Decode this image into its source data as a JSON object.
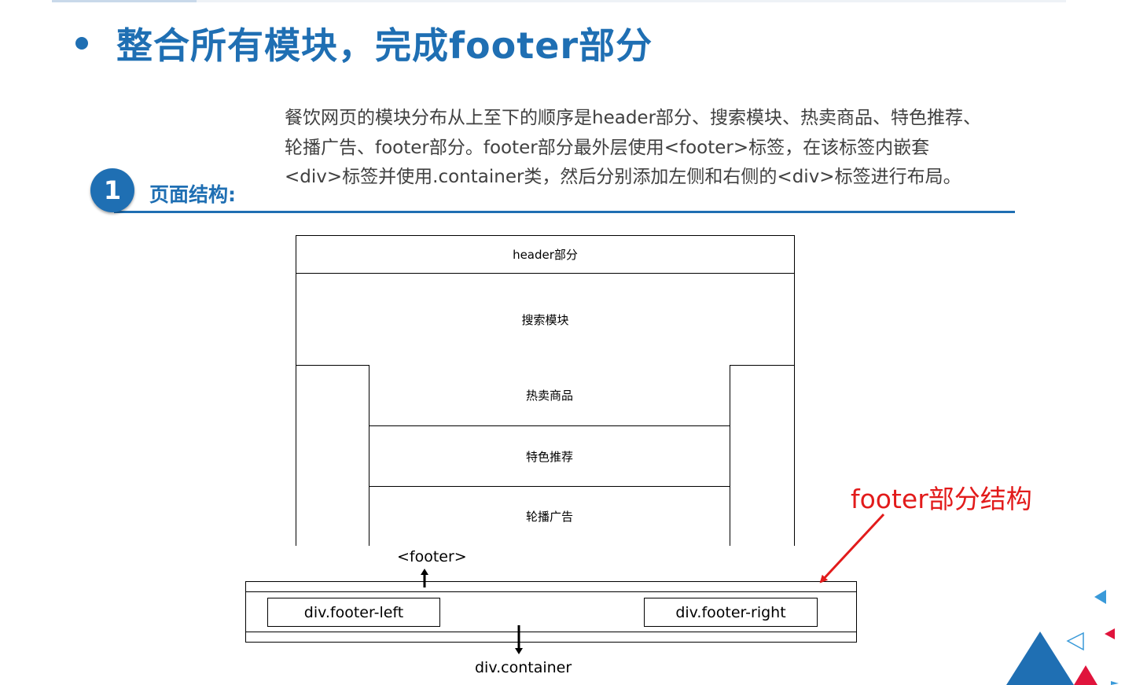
{
  "slide": {
    "title": "整合所有模块，完成footer部分",
    "section": {
      "number": "1",
      "label": "页面结构:"
    },
    "description": [
      "餐饮网页的模块分布从上至下的顺序是header部分、搜索模块、热卖商品、特色推荐、",
      "轮播广告、footer部分。footer部分最外层使用<footer>标签，在该标签内嵌套",
      "<div>标签并使用.container类，然后分别添加左侧和右侧的<div>标签进行布局。"
    ]
  },
  "diagram": {
    "modules": {
      "header": "header部分",
      "search": "搜索模块",
      "hot": "热卖商品",
      "featured": "特色推荐",
      "carousel": "轮播广告"
    },
    "footer": {
      "footer_tag": "<footer>",
      "left": "div.footer-left",
      "right": "div.footer-right",
      "container": "div.container"
    },
    "annotation": "footer部分结构"
  },
  "colors": {
    "accent_blue": "#1f6fb3",
    "annotation_red": "#e21b1b",
    "deco_red": "#e0143c",
    "deco_light_blue": "#3a9ad9"
  }
}
